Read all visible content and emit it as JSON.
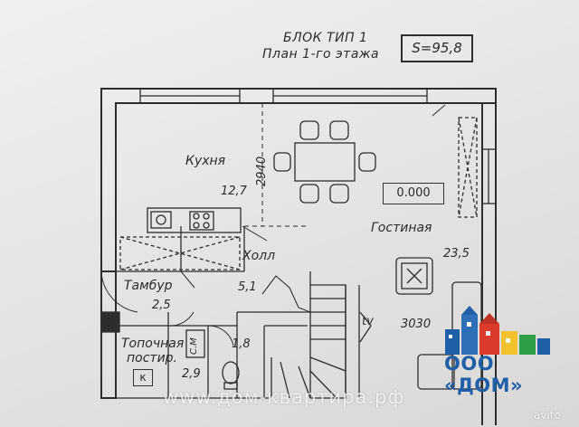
{
  "header": {
    "title": "БЛОК ТИП 1",
    "subtitle": "План 1-го этажа",
    "area": "S=95,8"
  },
  "rooms": {
    "kitchen": {
      "name": "Кухня",
      "area": "12,7"
    },
    "living": {
      "name": "Гостиная",
      "area": "23,5"
    },
    "hall": {
      "name": "Холл",
      "area": "5,1"
    },
    "vestibule": {
      "name": "Тамбур",
      "area": "2,5"
    },
    "furnace": {
      "name_line1": "Топочная",
      "name_line2": "постир.",
      "area": "2,9"
    },
    "wc": {
      "area": "1,8"
    }
  },
  "marks": {
    "level": "0.000",
    "dim_kitchen": "2940",
    "dim_living": "3030",
    "tv": "tv",
    "cm": "С.М",
    "k": "к"
  },
  "logo": {
    "text": "ООО «ДОМ»",
    "colors": [
      "#1f5fa8",
      "#d93a2b",
      "#f2c12e",
      "#2f9e44"
    ]
  },
  "watermark": {
    "text": "www.дом-квартира.рф",
    "avito": "avito"
  }
}
